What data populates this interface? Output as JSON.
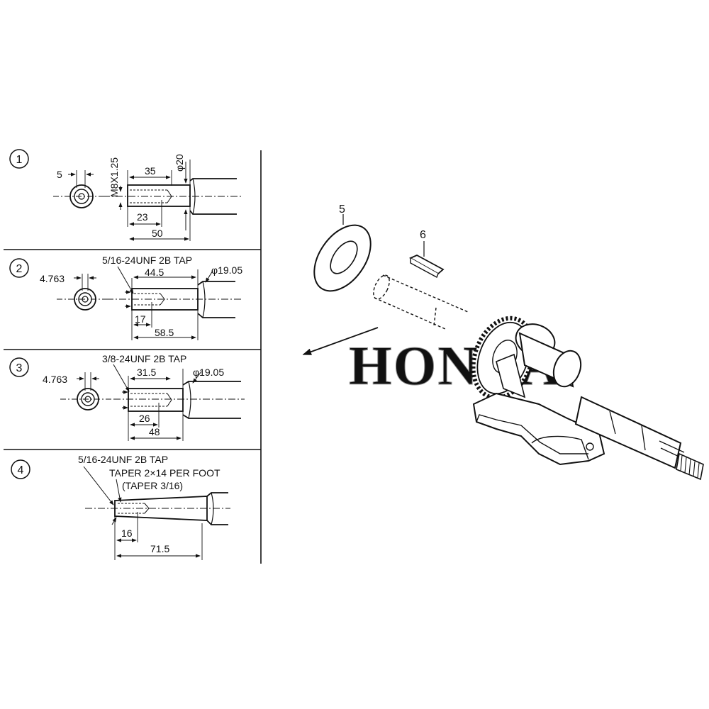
{
  "panels": [
    {
      "number": "1",
      "dims": {
        "a": "5",
        "b": "M8X1.25",
        "c": "35",
        "d": "φ20",
        "e": "23",
        "f": "50"
      }
    },
    {
      "number": "2",
      "dims": {
        "tap": "5/16-24UNF 2B TAP",
        "a": "4.763",
        "c": "44.5",
        "d": "φ19.05",
        "e": "17",
        "f": "58.5"
      }
    },
    {
      "number": "3",
      "dims": {
        "tap": "3/8-24UNF 2B TAP",
        "a": "4.763",
        "c": "31.5",
        "d": "φ19.05",
        "e": "26",
        "f": "48"
      }
    },
    {
      "number": "4",
      "dims": {
        "tap": "5/16-24UNF 2B TAP",
        "taper": "TAPER 2×14 PER FOOT",
        "taper_note": "(TAPER 3/16)",
        "e": "16",
        "f": "71.5"
      }
    }
  ],
  "callouts": {
    "washer": "5",
    "key": "6"
  },
  "watermark": "HONDA",
  "colors": {
    "ink": "#111111",
    "watermark": "#9a9a9a"
  }
}
